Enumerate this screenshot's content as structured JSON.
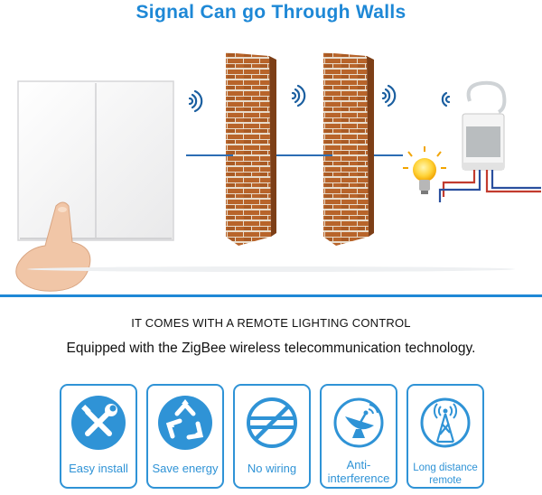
{
  "header": {
    "title": "Signal Can go Through Walls"
  },
  "scene": {
    "icons": [
      "wall-switch-icon",
      "finger-press-icon",
      "wifi-signal-icon",
      "brick-wall-icon",
      "light-bulb-icon",
      "relay-module-icon"
    ]
  },
  "info": {
    "heading": "IT COMES WITH A REMOTE LIGHTING CONTROL",
    "subheading": "Equipped with the ZigBee wireless telecommunication technology."
  },
  "features": [
    {
      "label": "Easy install",
      "icon": "tools-icon"
    },
    {
      "label": "Save energy",
      "icon": "recycle-icon"
    },
    {
      "label": "No wiring",
      "icon": "no-wiring-icon"
    },
    {
      "label": "Anti-interference",
      "line1": "Anti-",
      "line2": "interference",
      "icon": "satellite-dish-icon"
    },
    {
      "label": "Long distance remote",
      "line1": "Long distance",
      "line2": "remote",
      "icon": "signal-tower-icon"
    }
  ],
  "colors": {
    "accent": "#1e88d6",
    "icon_blue": "#2f93d6",
    "brick": "#b8642a",
    "mortar": "#e8dccc"
  }
}
